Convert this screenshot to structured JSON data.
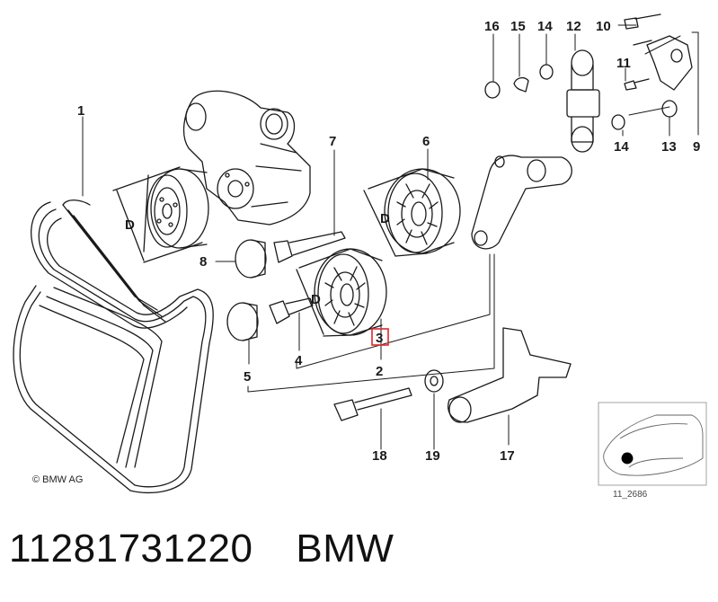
{
  "diagram": {
    "callouts": {
      "c1": "1",
      "c2": "2",
      "c3": "3",
      "c4": "4",
      "c5": "5",
      "c6": "6",
      "c7": "7",
      "c8": "8",
      "c9": "9",
      "c10": "10",
      "c11": "11",
      "c12": "12",
      "c13a": "13",
      "c14a": "14",
      "c14b": "14",
      "c15": "15",
      "c16": "16",
      "c17": "17",
      "c18": "18",
      "c19": "19"
    },
    "dimension_labels": {
      "d1": "D",
      "d2": "D",
      "d3": "D"
    },
    "highlighted_callout": "3",
    "highlight_color": "#e0262b",
    "copyright": "© BMW AG",
    "thumbnail_code": "11_2686"
  },
  "caption": {
    "part_number": "11281731220",
    "brand": "BMW"
  }
}
